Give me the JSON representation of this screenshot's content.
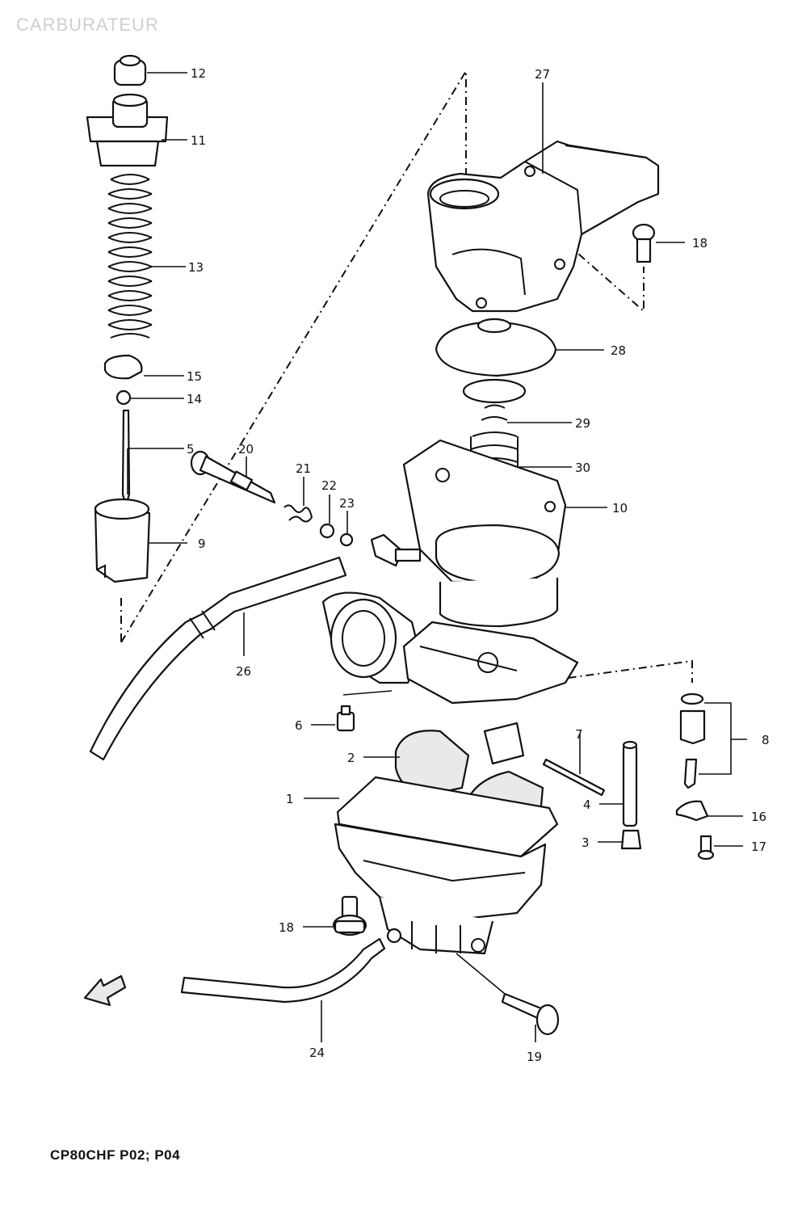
{
  "header": {
    "title": "CARBURATEUR"
  },
  "footer": {
    "model_code": "CP80CHF P02; P04"
  },
  "callouts": {
    "c1": "1",
    "c2": "2",
    "c3": "3",
    "c4": "4",
    "c5": "5",
    "c6": "6",
    "c7": "7",
    "c8": "8",
    "c9": "9",
    "c10": "10",
    "c11": "11",
    "c12": "12",
    "c13": "13",
    "c14": "14",
    "c15": "15",
    "c16": "16",
    "c17": "17",
    "c18a": "18",
    "c18b": "18",
    "c19": "19",
    "c20": "20",
    "c21": "21",
    "c22": "22",
    "c23": "23",
    "c24": "24",
    "c26": "26",
    "c27": "27",
    "c28": "28",
    "c29": "29",
    "c30": "30"
  },
  "icons": {
    "front_arrow": "front-arrow-icon"
  }
}
